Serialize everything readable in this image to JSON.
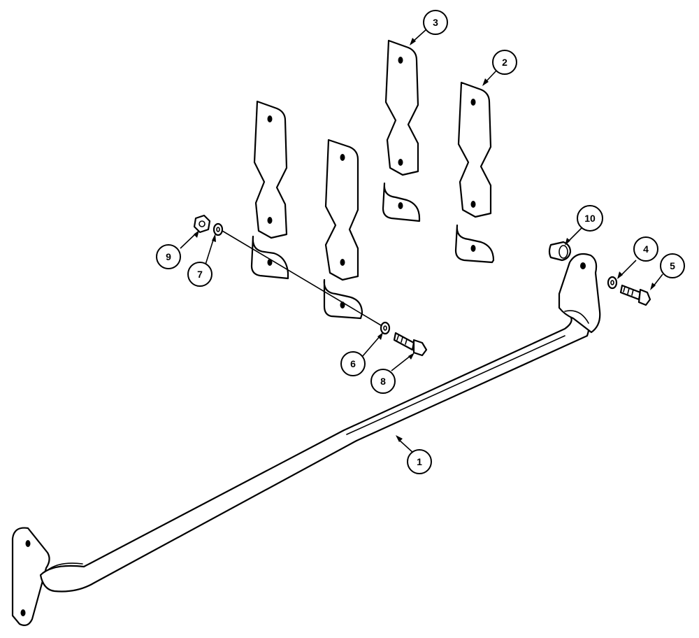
{
  "diagram": {
    "callouts": [
      {
        "id": "c1",
        "label": "1",
        "part": "rail"
      },
      {
        "id": "c2",
        "label": "2",
        "part": "bracket-right"
      },
      {
        "id": "c3",
        "label": "3",
        "part": "bracket-rear"
      },
      {
        "id": "c4",
        "label": "4",
        "part": "washer-right"
      },
      {
        "id": "c5",
        "label": "5",
        "part": "bolt-right"
      },
      {
        "id": "c6",
        "label": "6",
        "part": "washer-center"
      },
      {
        "id": "c7",
        "label": "7",
        "part": "washer-left"
      },
      {
        "id": "c8",
        "label": "8",
        "part": "bolt-center"
      },
      {
        "id": "c9",
        "label": "9",
        "part": "nut-left"
      },
      {
        "id": "c10",
        "label": "10",
        "part": "bushing"
      }
    ],
    "colors": {
      "line": "#000000",
      "fill": "#ffffff"
    }
  }
}
